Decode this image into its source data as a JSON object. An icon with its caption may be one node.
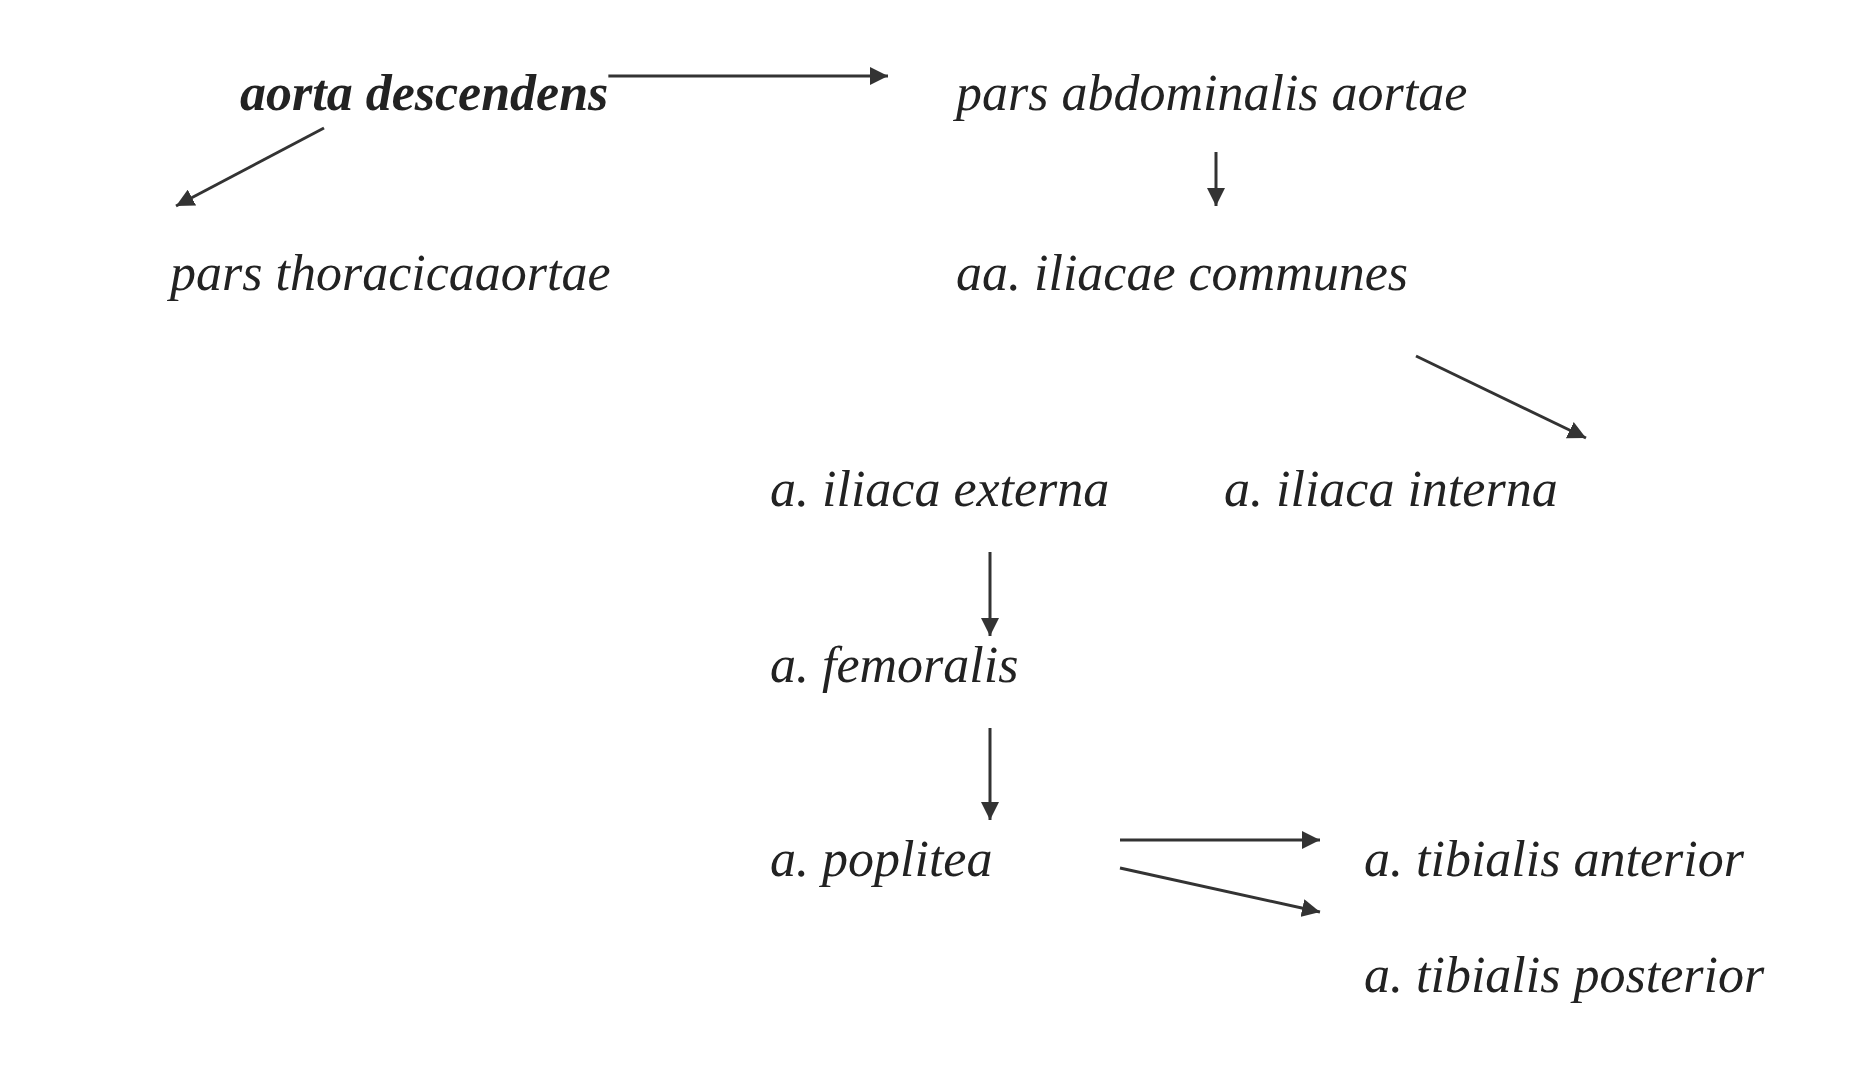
{
  "diagram": {
    "nodes": [
      {
        "text": [
          "aorta descendens"
        ]
      },
      {
        "text": [
          "pars abdominalis aortae"
        ]
      },
      {
        "text": [
          "pars thoracicaaortae"
        ]
      },
      {
        "text": [
          "aa. iliacae communes"
        ]
      },
      {
        "text": [
          "a. iliaca externa"
        ]
      },
      {
        "text": [
          "a. iliaca interna"
        ]
      },
      {
        "text": [
          "a. femoralis"
        ]
      },
      {
        "text": [
          "a. poplitea"
        ]
      },
      {
        "text": [
          "a. tibialis anterior"
        ]
      },
      {
        "text": [
          "a. tibialis posterior"
        ]
      }
    ],
    "edges": [
      {
        "from": 0,
        "to": 1,
        "arrow": "to"
      },
      {
        "from": 0,
        "to": 2,
        "arrow": "to"
      },
      {
        "from": 1,
        "to": 3,
        "arrow": "to"
      },
      {
        "from": 3,
        "to": 5,
        "arrow": "to"
      },
      {
        "from": 4,
        "to": 6,
        "arrow": "to"
      },
      {
        "from": 6,
        "to": 7,
        "arrow": "to"
      },
      {
        "from": 7,
        "to": 8,
        "arrow": "to"
      },
      {
        "from": 7,
        "to": 9,
        "arrow": "to"
      }
    ]
  }
}
